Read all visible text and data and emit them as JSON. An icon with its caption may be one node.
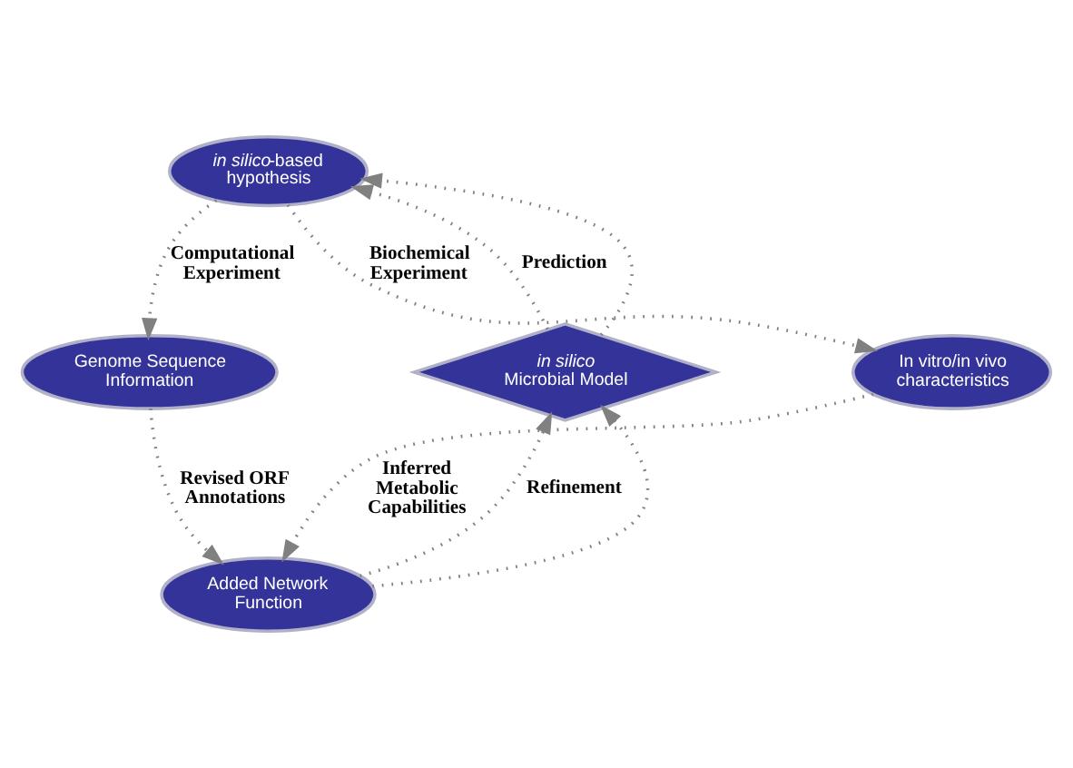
{
  "diagram": {
    "nodes": [
      {
        "text": [
          "*in silico*-based hypothesis"
        ]
      },
      {
        "text": [
          "Genome Sequence Information"
        ]
      },
      {
        "text": [
          "In vitro/in vivo characteristics"
        ]
      },
      {
        "text": [
          "*in silico* Microbial Model"
        ]
      },
      {
        "text": [
          "Added Network Function"
        ]
      }
    ],
    "edges": [
      {
        "from": 0,
        "to": 1,
        "arrow": "to",
        "label": "Computational Experiment"
      },
      {
        "from": 0,
        "to": 2,
        "arrow": "to",
        "label": "Biochemical Experiment"
      },
      {
        "from": 1,
        "to": 4,
        "arrow": "to",
        "label": "Revised ORF Annotations"
      },
      {
        "from": 2,
        "to": 4,
        "arrow": "to",
        "label": "Inferred Metabolic Capabilities"
      },
      {
        "from": 3,
        "to": 0,
        "arrow": "to",
        "label": "Prediction"
      },
      {
        "from": 3,
        "to": 0,
        "arrow": "to"
      },
      {
        "from": 4,
        "to": 3,
        "arrow": "to",
        "label": "Refinement"
      },
      {
        "from": 4,
        "to": 3,
        "arrow": "to"
      }
    ]
  }
}
